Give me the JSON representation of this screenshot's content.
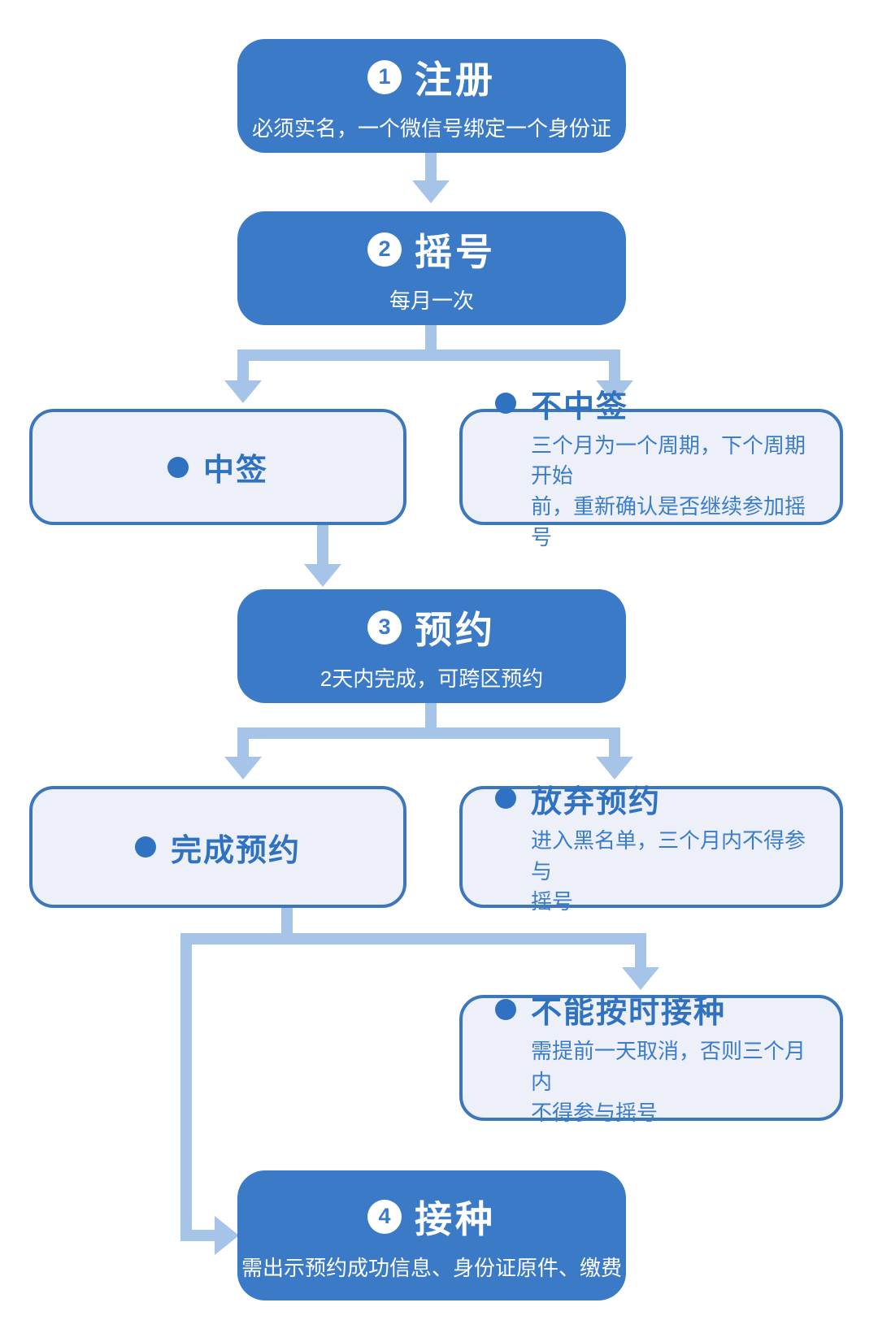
{
  "colors": {
    "step_fill": "#3b7ac6",
    "step_text": "#ffffff",
    "light_fill": "#edf0f9",
    "box_border": "#3d77bb",
    "title_blue": "#2f72c1",
    "desc_blue": "#3c7dca",
    "connector": "#a6c3e8"
  },
  "flow": {
    "steps": [
      {
        "number": "1",
        "title": "注册",
        "subtitle": "必须实名，一个微信号绑定一个身份证"
      },
      {
        "number": "2",
        "title": "摇号",
        "subtitle": "每月一次"
      },
      {
        "number": "3",
        "title": "预约",
        "subtitle": "2天内完成，可跨区预约"
      },
      {
        "number": "4",
        "title": "接种",
        "subtitle": "需出示预约成功信息、身份证原件、缴费"
      }
    ],
    "outcomes": {
      "win": {
        "title": "中签"
      },
      "lose": {
        "title": "不中签",
        "description": "三个月为一个周期，下个周期开始\n前，重新确认是否继续参加摇号"
      },
      "complete": {
        "title": "完成预约"
      },
      "abandon": {
        "title": "放弃预约",
        "description": "进入黑名单，三个月内不得参与\n摇号"
      },
      "miss": {
        "title": "不能按时接种",
        "description": "需提前一天取消，否则三个月内\n不得参与摇号"
      }
    }
  }
}
